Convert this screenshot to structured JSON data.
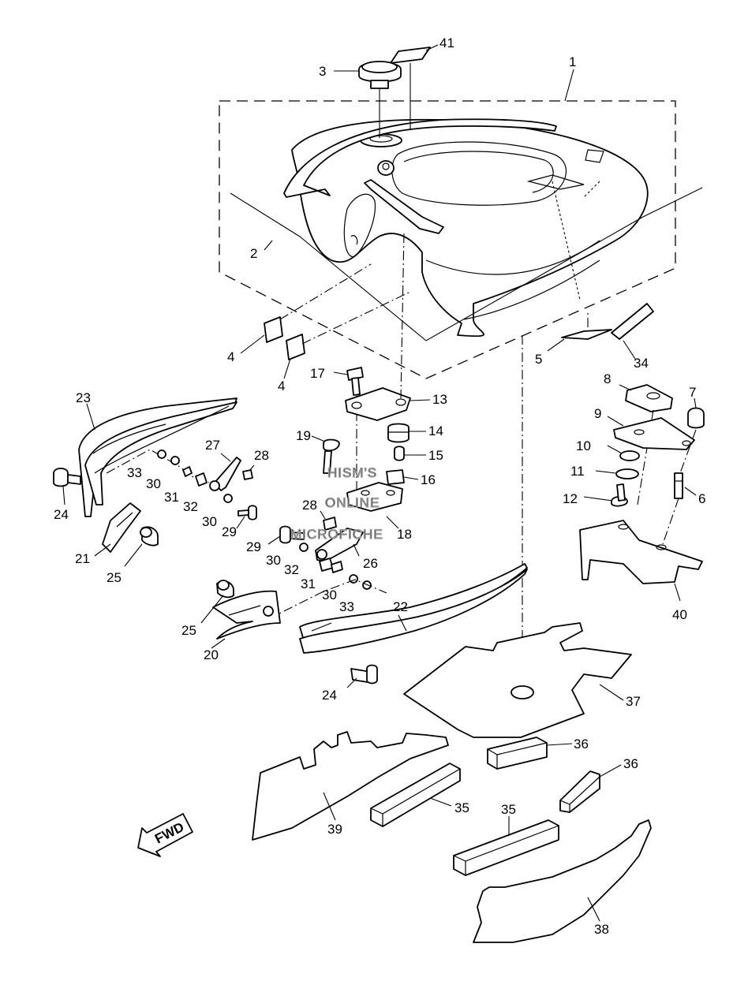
{
  "watermark": {
    "line1": "HISM'S",
    "line2": "ONLINE",
    "line3": "MICROFICHE"
  },
  "fwd_label": "FWD",
  "callouts": [
    {
      "id": "c1",
      "text": "1"
    },
    {
      "id": "c2",
      "text": "2"
    },
    {
      "id": "c3",
      "text": "3"
    },
    {
      "id": "c4a",
      "text": "4"
    },
    {
      "id": "c4b",
      "text": "4"
    },
    {
      "id": "c5",
      "text": "5"
    },
    {
      "id": "c6",
      "text": "6"
    },
    {
      "id": "c7",
      "text": "7"
    },
    {
      "id": "c8",
      "text": "8"
    },
    {
      "id": "c9",
      "text": "9"
    },
    {
      "id": "c10",
      "text": "10"
    },
    {
      "id": "c11",
      "text": "11"
    },
    {
      "id": "c12",
      "text": "12"
    },
    {
      "id": "c13",
      "text": "13"
    },
    {
      "id": "c14",
      "text": "14"
    },
    {
      "id": "c15",
      "text": "15"
    },
    {
      "id": "c16",
      "text": "16"
    },
    {
      "id": "c17",
      "text": "17"
    },
    {
      "id": "c18",
      "text": "18"
    },
    {
      "id": "c19",
      "text": "19"
    },
    {
      "id": "c20",
      "text": "20"
    },
    {
      "id": "c21",
      "text": "21"
    },
    {
      "id": "c22",
      "text": "22"
    },
    {
      "id": "c23",
      "text": "23"
    },
    {
      "id": "c24a",
      "text": "24"
    },
    {
      "id": "c24b",
      "text": "24"
    },
    {
      "id": "c25a",
      "text": "25"
    },
    {
      "id": "c25b",
      "text": "25"
    },
    {
      "id": "c26",
      "text": "26"
    },
    {
      "id": "c27",
      "text": "27"
    },
    {
      "id": "c28a",
      "text": "28"
    },
    {
      "id": "c28b",
      "text": "28"
    },
    {
      "id": "c29a",
      "text": "29"
    },
    {
      "id": "c29b",
      "text": "29"
    },
    {
      "id": "c30a",
      "text": "30"
    },
    {
      "id": "c30b",
      "text": "30"
    },
    {
      "id": "c30c",
      "text": "30"
    },
    {
      "id": "c30d",
      "text": "30"
    },
    {
      "id": "c31a",
      "text": "31"
    },
    {
      "id": "c31b",
      "text": "31"
    },
    {
      "id": "c32a",
      "text": "32"
    },
    {
      "id": "c32b",
      "text": "32"
    },
    {
      "id": "c33a",
      "text": "33"
    },
    {
      "id": "c33b",
      "text": "33"
    },
    {
      "id": "c34",
      "text": "34"
    },
    {
      "id": "c35a",
      "text": "35"
    },
    {
      "id": "c35b",
      "text": "35"
    },
    {
      "id": "c36a",
      "text": "36"
    },
    {
      "id": "c36b",
      "text": "36"
    },
    {
      "id": "c37",
      "text": "37"
    },
    {
      "id": "c38",
      "text": "38"
    },
    {
      "id": "c39",
      "text": "39"
    },
    {
      "id": "c40",
      "text": "40"
    },
    {
      "id": "c41",
      "text": "41"
    }
  ]
}
